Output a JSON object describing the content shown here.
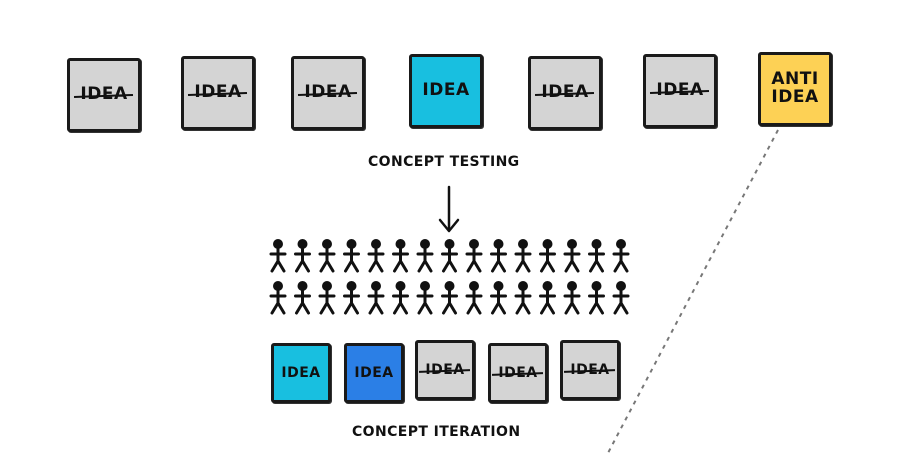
{
  "top_row": [
    {
      "label": "IDEA",
      "style": "grey",
      "crossed": true
    },
    {
      "label": "IDEA",
      "style": "grey",
      "crossed": true
    },
    {
      "label": "IDEA",
      "style": "grey",
      "crossed": true
    },
    {
      "label": "IDEA",
      "style": "cyan",
      "crossed": false
    },
    {
      "label": "IDEA",
      "style": "grey",
      "crossed": true
    },
    {
      "label": "IDEA",
      "style": "grey",
      "crossed": true
    },
    {
      "label": "ANTI IDEA",
      "style": "yellow",
      "crossed": false
    }
  ],
  "captions": {
    "concept_testing": "CONCEPT TESTING",
    "concept_iteration": "CONCEPT ITERATION"
  },
  "bottom_row": [
    {
      "label": "IDEA",
      "style": "cyan",
      "crossed": false
    },
    {
      "label": "IDEA",
      "style": "blue",
      "crossed": false
    },
    {
      "label": "IDEA",
      "style": "grey",
      "crossed": true
    },
    {
      "label": "IDEA",
      "style": "grey",
      "crossed": true
    },
    {
      "label": "IDEA",
      "style": "grey",
      "crossed": true
    }
  ],
  "crowd": {
    "rows": 2,
    "people_per_row": 15
  },
  "icons": {
    "arrow": "down-arrow-icon",
    "person": "person-icon"
  },
  "colors": {
    "grey": "#d4d4d4",
    "cyan": "#18bfe0",
    "blue": "#2b7fe6",
    "yellow": "#fdd155"
  }
}
